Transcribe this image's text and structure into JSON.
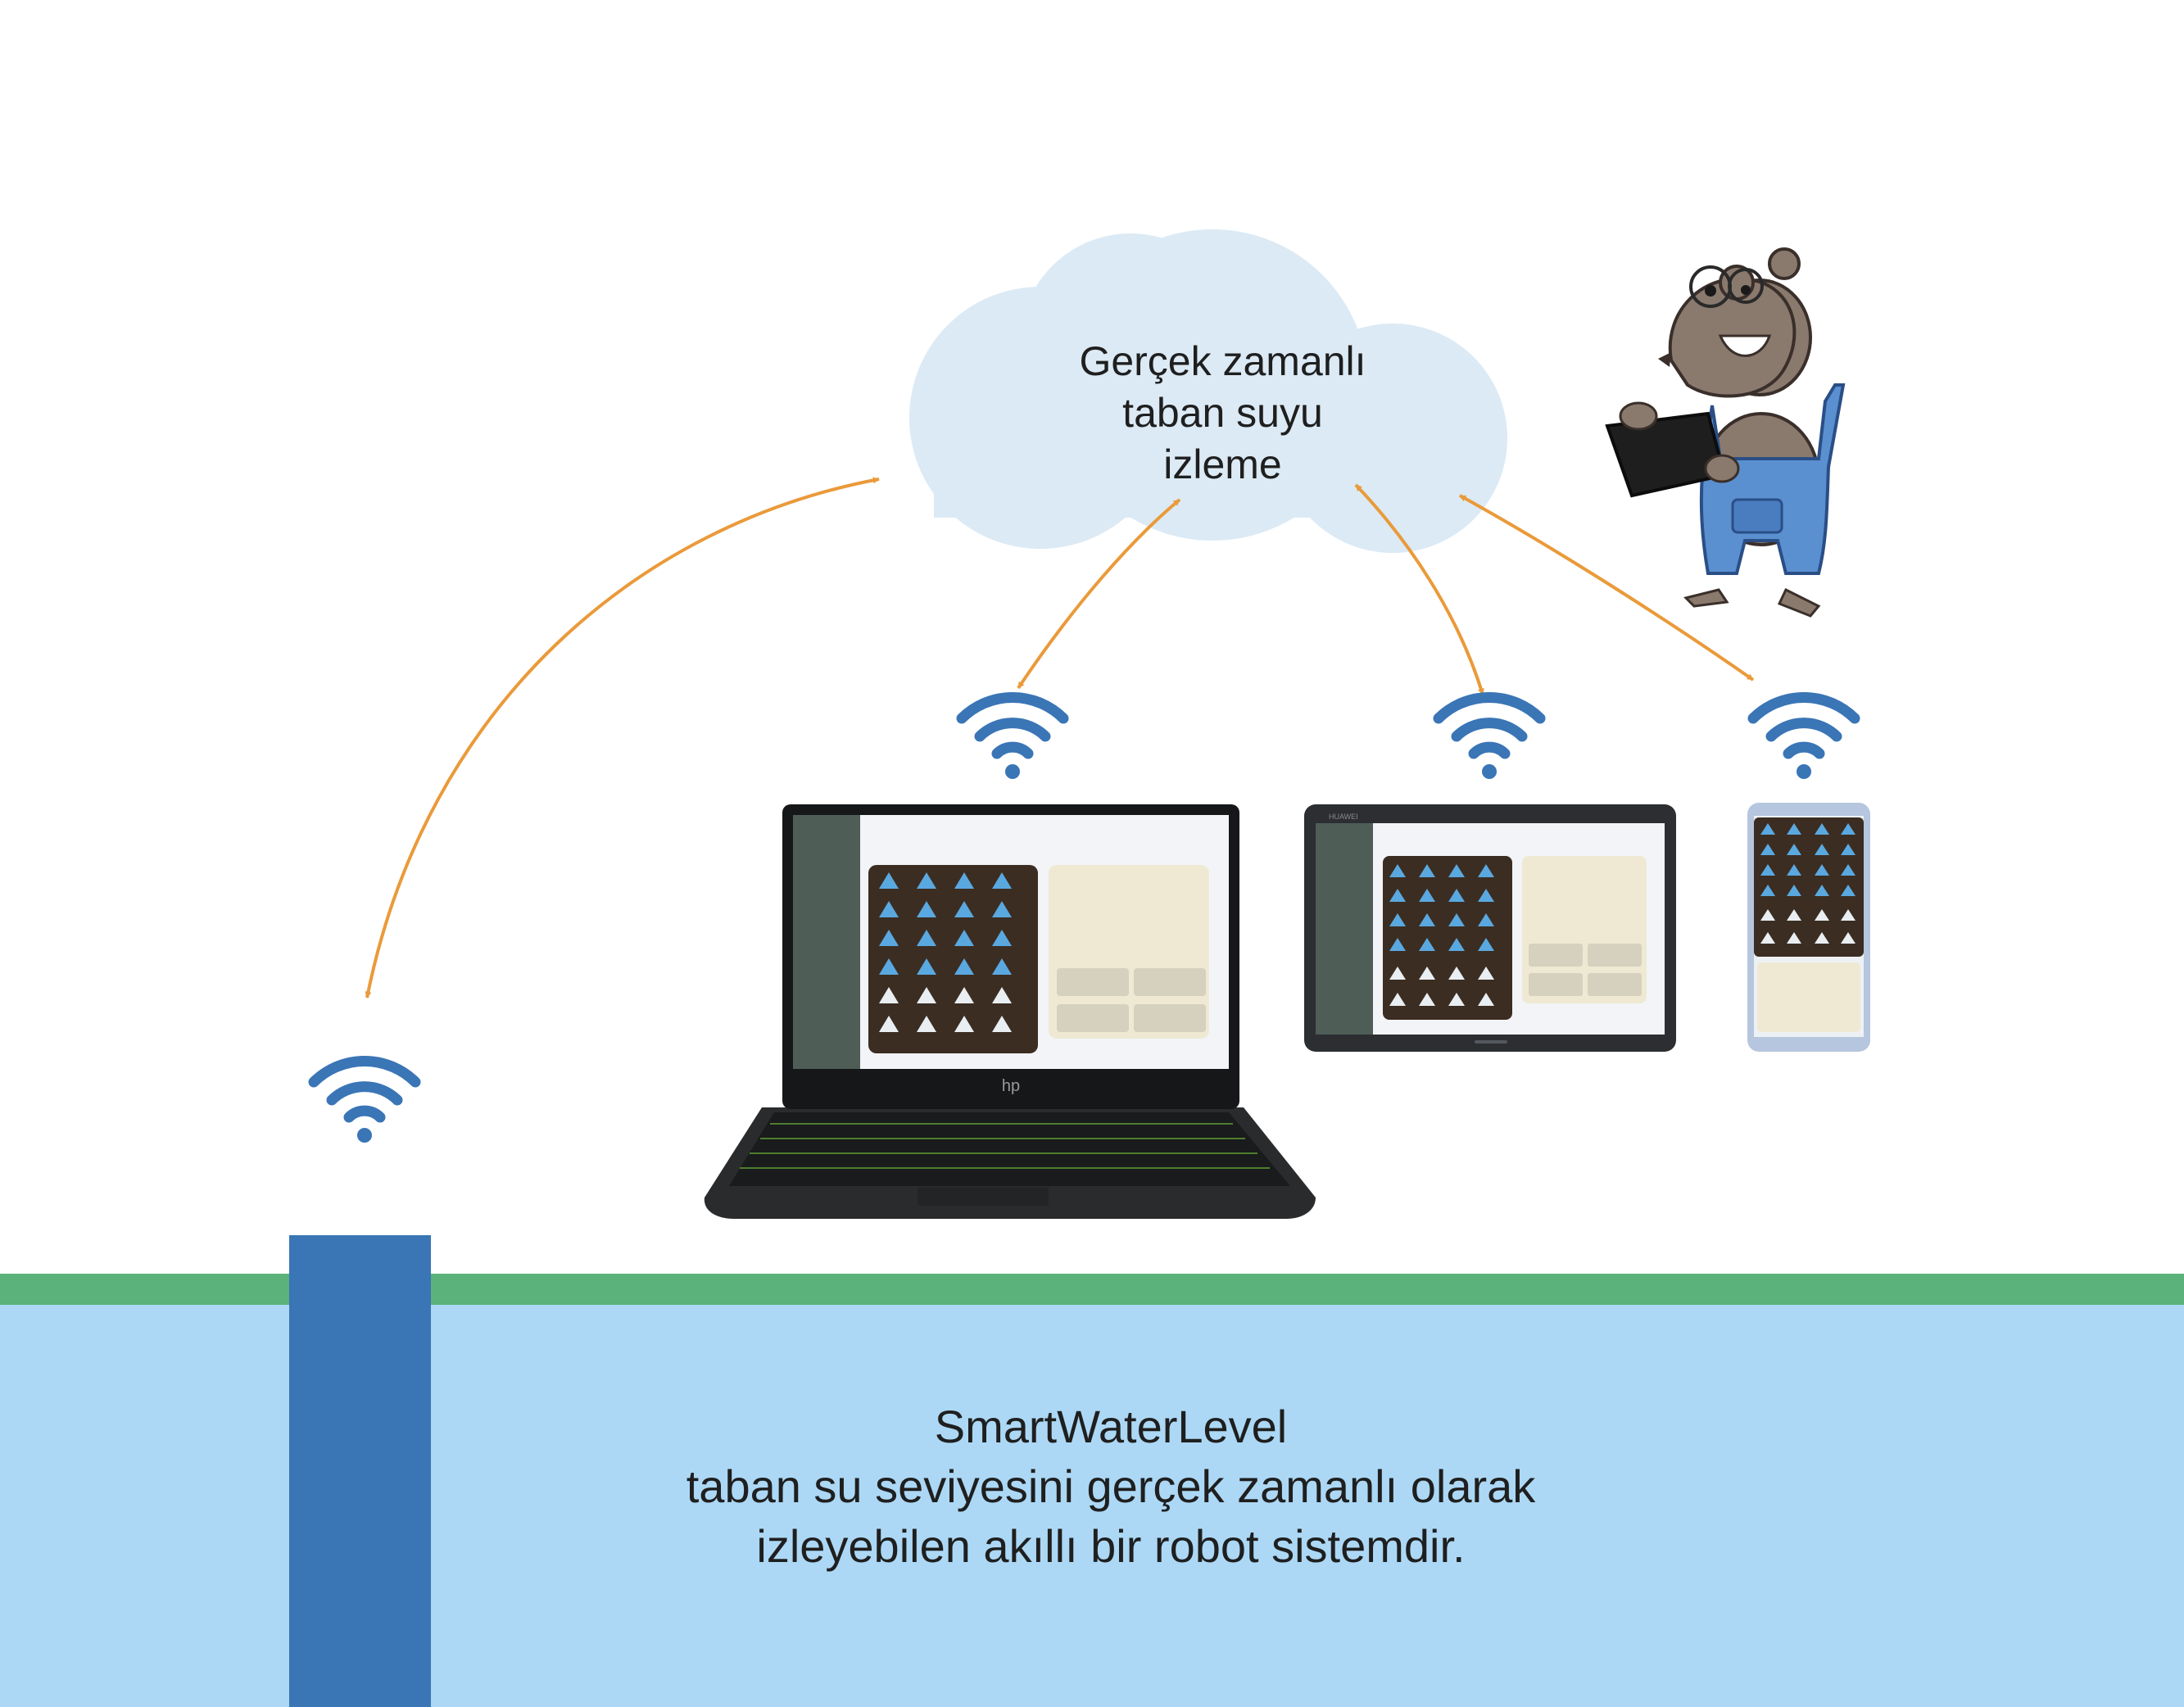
{
  "cloud": {
    "lines": [
      "Gerçek zamanlı",
      "taban suyu",
      "izleme"
    ]
  },
  "caption": {
    "lines": [
      "SmartWaterLevel",
      "taban su seviyesini gerçek zamanlı olarak",
      "izleyebilen akıllı bir robot sistemdir."
    ]
  },
  "devices": {
    "laptop_logo": "hp",
    "tablet_brand": "HUAWEI"
  },
  "colors": {
    "cloud": "#dbeaf5",
    "arrows": "#ea9a3a",
    "wifi": "#3a75b6",
    "ground": "#5bb27a",
    "water": "#acd8f5",
    "well": "#3a75b6",
    "screen_panel": "#efe9d3",
    "mole_overalls": "#5a8fd0",
    "mole_fur": "#8a7a6e"
  },
  "icons": [
    "wifi-icon",
    "cloud-shape",
    "mole-mascot",
    "water-drop-icon"
  ]
}
